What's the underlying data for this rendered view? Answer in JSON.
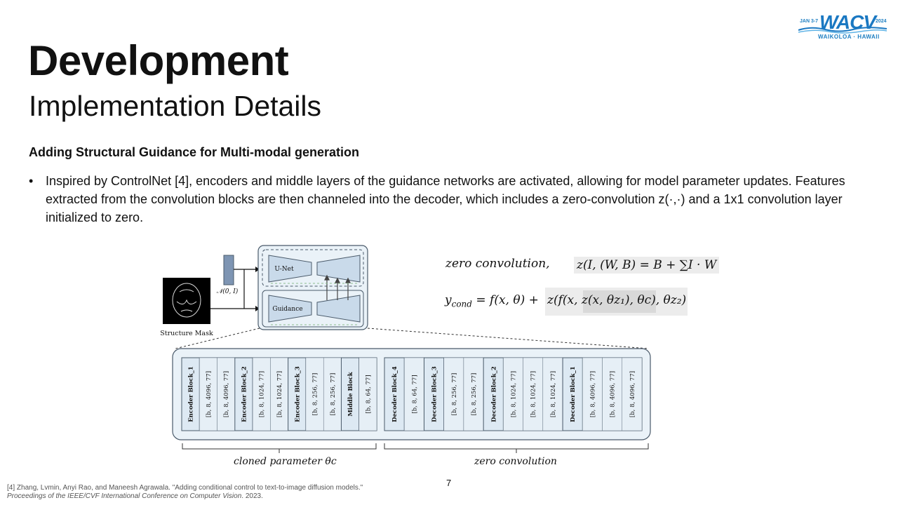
{
  "slide": {
    "title": "Development",
    "subtitle": "Implementation Details",
    "section_heading": "Adding Structural Guidance for Multi-modal generation",
    "bullet": "Inspired by ControlNet [4], encoders and middle layers of the guidance networks are activated, allowing for model parameter updates. Features extracted from the convolution blocks are then channeled into the decoder, which includes a zero-convolution z(·,·) and a 1x1 convolution layer initialized to zero.",
    "page_number": "7"
  },
  "logo": {
    "dates": "JAN 3-7",
    "name": "WACV",
    "year": "2024",
    "location": "WAIKOLOA · HAWAII"
  },
  "equations": {
    "zero_conv_label": "zero convolution,",
    "zero_conv_formula": "z(I, (W, B) = B + ∑I · W",
    "y_cond_lhs": "y",
    "y_cond_sub": "cond",
    "y_cond_rhs": " = f(x, θ) + ",
    "y_cond_highlight": "z(f(x, z(x, θz₁), θc), θz₂)"
  },
  "diagram": {
    "structure_mask_label": "Structure Mask",
    "noise_label": "𝒩(0, I)",
    "unet_label": "U-Net",
    "guidance_label": "Guidance",
    "blocks": [
      {
        "name": "Encoder Block_1",
        "kind": "header"
      },
      {
        "name": "[b, 8, 4096, 77]",
        "kind": "dim"
      },
      {
        "name": "[b, 8, 4096, 77]",
        "kind": "dim"
      },
      {
        "name": "Encoder Block_2",
        "kind": "header"
      },
      {
        "name": "[b, 8, 1024, 77]",
        "kind": "dim"
      },
      {
        "name": "[b, 8, 1024, 77]",
        "kind": "dim"
      },
      {
        "name": "Encoder Block_3",
        "kind": "header"
      },
      {
        "name": "[b, 8, 256, 77]",
        "kind": "dim"
      },
      {
        "name": "[b, 8, 256, 77]",
        "kind": "dim"
      },
      {
        "name": "Middle Block",
        "kind": "header"
      },
      {
        "name": "[b, 8, 64, 77]",
        "kind": "dim"
      }
    ],
    "decoder_blocks": [
      {
        "name": "Decoder Block_4",
        "kind": "header"
      },
      {
        "name": "[b, 8, 64, 77]",
        "kind": "dim"
      },
      {
        "name": "Decoder Block_3",
        "kind": "header"
      },
      {
        "name": "[b, 8, 256, 77]",
        "kind": "dim"
      },
      {
        "name": "[b, 8, 256, 77]",
        "kind": "dim"
      },
      {
        "name": "Decoder Block_2",
        "kind": "header"
      },
      {
        "name": "[b, 8, 1024, 77]",
        "kind": "dim"
      },
      {
        "name": "[b, 8, 1024, 77]",
        "kind": "dim"
      },
      {
        "name": "[b, 8, 1024, 77]",
        "kind": "dim"
      },
      {
        "name": "Decoder Block_1",
        "kind": "header"
      },
      {
        "name": "[b, 8, 4096, 77]",
        "kind": "dim"
      },
      {
        "name": "[b, 8, 4096, 77]",
        "kind": "dim"
      },
      {
        "name": "[b, 8, 4096, 77]",
        "kind": "dim"
      }
    ],
    "left_brace_label": "cloned parameter θc",
    "right_brace_label": "zero convolution"
  },
  "footnote": {
    "citation": "[4] Zhang, Lvmin, Anyi Rao, and Maneesh Agrawala. \"Adding conditional control to text-to-image diffusion models.\"",
    "venue": "Proceedings of the IEEE/CVF International Conference on Computer Vision",
    "year": ". 2023."
  },
  "colors": {
    "logo_blue": "#1a78c2",
    "block_fill": "#dde9f3",
    "panel_fill": "#eaf2f8",
    "border": "#4a5a6a"
  }
}
